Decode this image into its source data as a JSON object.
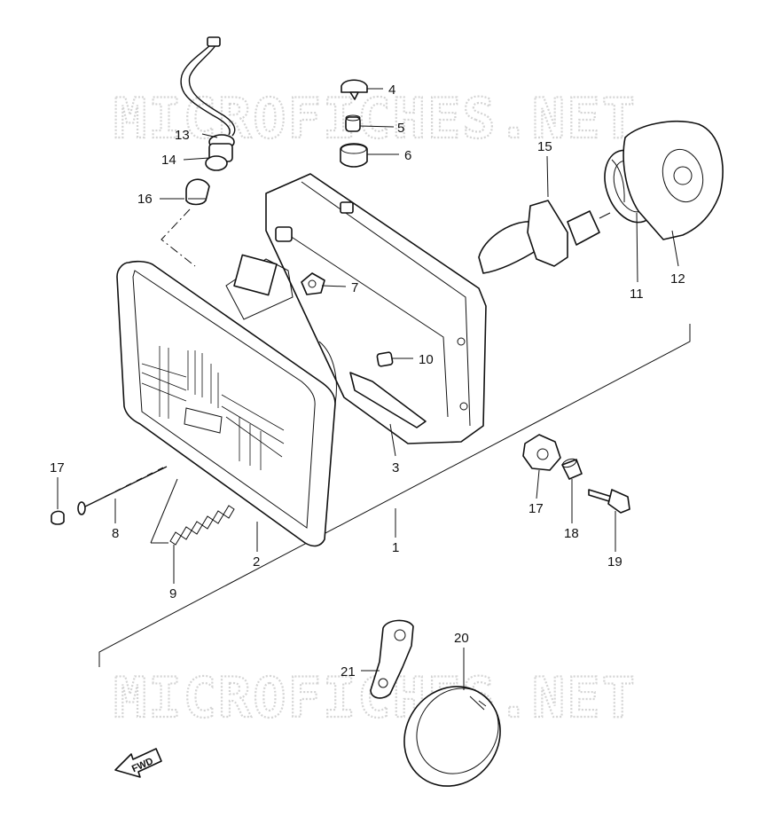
{
  "watermark": "MICROFICHES.NET",
  "fwd_label": "FWD",
  "parts": [
    {
      "id": "p1",
      "number": "1"
    },
    {
      "id": "p2",
      "number": "2"
    },
    {
      "id": "p3",
      "number": "3"
    },
    {
      "id": "p4",
      "number": "4"
    },
    {
      "id": "p5",
      "number": "5"
    },
    {
      "id": "p6",
      "number": "6"
    },
    {
      "id": "p7",
      "number": "7"
    },
    {
      "id": "p8",
      "number": "8"
    },
    {
      "id": "p9",
      "number": "9"
    },
    {
      "id": "p10",
      "number": "10"
    },
    {
      "id": "p11",
      "number": "11"
    },
    {
      "id": "p12",
      "number": "12"
    },
    {
      "id": "p13",
      "number": "13"
    },
    {
      "id": "p14",
      "number": "14"
    },
    {
      "id": "p15",
      "number": "15"
    },
    {
      "id": "p16",
      "number": "16"
    },
    {
      "id": "p17a",
      "number": "17"
    },
    {
      "id": "p17b",
      "number": "17"
    },
    {
      "id": "p18",
      "number": "18"
    },
    {
      "id": "p19",
      "number": "19"
    },
    {
      "id": "p20",
      "number": "20"
    },
    {
      "id": "p21",
      "number": "21"
    }
  ]
}
